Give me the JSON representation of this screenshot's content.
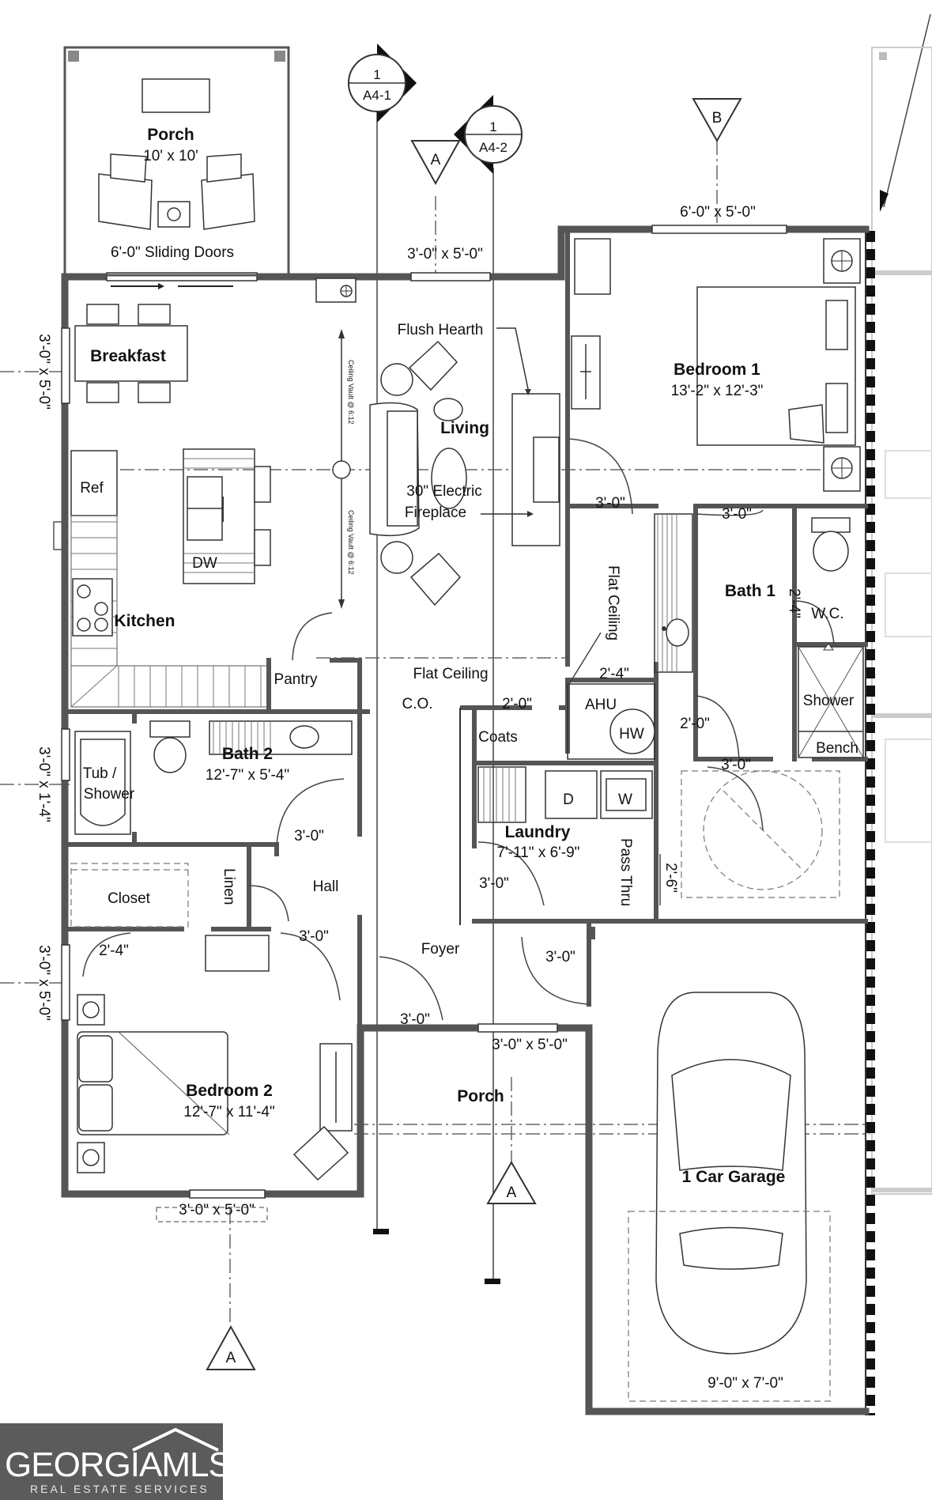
{
  "rooms": {
    "porch_rear": {
      "name": "Porch",
      "size": "10' x 10'",
      "door": "6'-0\" Sliding Doors"
    },
    "breakfast": {
      "name": "Breakfast"
    },
    "kitchen": {
      "name": "Kitchen",
      "ref": "Ref",
      "dw": "DW"
    },
    "living": {
      "name": "Living",
      "hearth": "Flush Hearth",
      "fireplace_1": "30\" Electric",
      "fireplace_2": "Fireplace",
      "vault": "Ceiling Vault @ 6:12"
    },
    "pantry": {
      "name": "Pantry"
    },
    "bedroom1": {
      "name": "Bedroom 1",
      "size": "13'-2\" x 12'-3\""
    },
    "bath1": {
      "name": "Bath 1",
      "wc": "W.C.",
      "shower": "Shower",
      "bench": "Bench"
    },
    "bath2": {
      "name": "Bath 2",
      "size": "12'-7\" x 5'-4\"",
      "tub_1": "Tub /",
      "tub_2": "Shower"
    },
    "flat_ceiling": "Flat Ceiling",
    "co": "C.O.",
    "coats": "Coats",
    "ahu": "AHU",
    "hw": "HW",
    "laundry": {
      "name": "Laundry",
      "size": "7'-11\" x 6'-9\"",
      "d": "D",
      "w": "W",
      "pass": "Pass Thru"
    },
    "closet": "Closet",
    "linen": "Linen",
    "hall": "Hall",
    "foyer": "Foyer",
    "bedroom2": {
      "name": "Bedroom 2",
      "size": "12'-7\" x 11'-4\""
    },
    "porch_front": {
      "name": "Porch"
    },
    "garage": {
      "name": "1 Car Garage",
      "door": "9'-0\" x 7'-0\""
    }
  },
  "dims": {
    "w_living_top": "3'-0\" x 5'-0\"",
    "w_bed1_top": "6'-0\" x 5'-0\"",
    "w_breakfast": "3'-0\" x 5'-0\"",
    "w_bath2": "3'-0\" x 1'-4\"",
    "w_bed2_side": "3'-0\" x 5'-0\"",
    "w_bed2_bottom": "3'-0\" x 5'-0\"",
    "w_foyer": "3'-0\" x 5'-0\"",
    "d_bed1": "3'-0\"",
    "d_bath1": "3'-0\"",
    "d_wc": "2'-4\"",
    "d_ahu": "2'-4\"",
    "d_coats": "2'-0\"",
    "d_shower": "2'-0\"",
    "d_closet_bath": "3'-0\"",
    "d_passthru": "2'-6\"",
    "d_bath2": "3'-0\"",
    "d_laundry": "3'-0\"",
    "d_hall": "3'-0\"",
    "d_closet": "2'-4\"",
    "d_garage": "3'-0\"",
    "d_foyer": "3'-0\""
  },
  "markers": {
    "sec1_num": "1",
    "sec1_ref": "A4-1",
    "sec2_num": "1",
    "sec2_ref": "A4-2",
    "a": "A",
    "b": "B"
  },
  "logo": {
    "name": "GEORGIAMLS",
    "sub": "REAL ESTATE SERVICES"
  }
}
